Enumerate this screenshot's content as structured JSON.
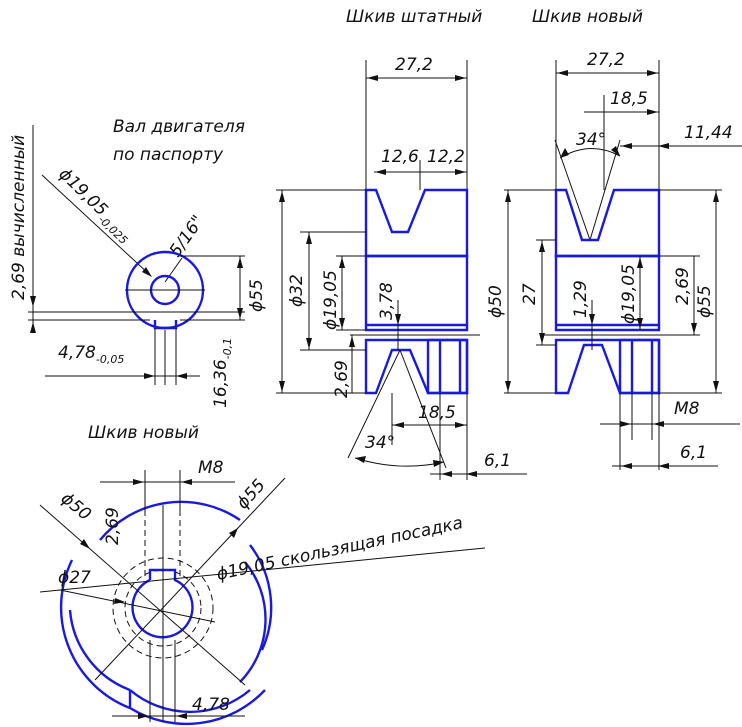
{
  "titles": {
    "stock_pulley": "Шкив штатный",
    "new_pulley_top": "Шкив новый",
    "new_pulley_left": "Шкив новый",
    "motor_shaft_line1": "Вал двигателя",
    "motor_shaft_line2": "по паспорту"
  },
  "shaft": {
    "dim_calc": "2,69 вычисленный",
    "dim_dia": "ϕ19,05",
    "dim_dia_tol": "-0,025",
    "dim_key": "5/16\"",
    "dim_478": "4,78",
    "dim_478_tol": "-0,05",
    "dim_1636": "16,36",
    "dim_1636_tol": "-0,1",
    "dim_55": "ϕ55"
  },
  "stock": {
    "width": "27,2",
    "groove_a": "12,6",
    "groove_b": "12,2",
    "dia32": "ϕ32",
    "dia1905": "ϕ19,05",
    "key378": "3,78",
    "key269": "2,69",
    "groove185": "18,5",
    "angle34": "34°",
    "offset61": "6,1"
  },
  "newp": {
    "width": "27,2",
    "groove185": "18,5",
    "dim1144": "11,44",
    "angle34": "34°",
    "dia50": "ϕ50",
    "hub27": "27",
    "key129": "1,29",
    "dia1905": "ϕ19,05",
    "key269": "2,69",
    "dia55": "ϕ55",
    "thread": "M8",
    "offset61": "6,1"
  },
  "front": {
    "thread": "M8",
    "dia50": "ϕ50",
    "key269": "2,69",
    "dia55": "ϕ55",
    "bore_fit": "ϕ19,05 скользящая посадка",
    "dia27": "ϕ27",
    "key478": "4,78"
  }
}
